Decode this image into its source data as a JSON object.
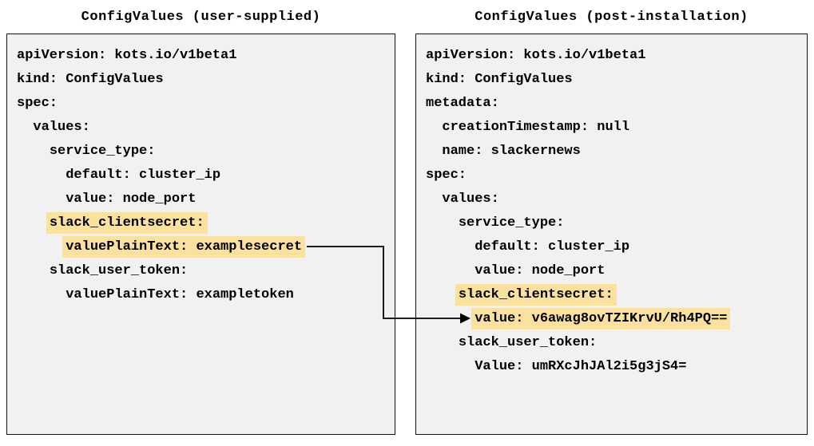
{
  "colors": {
    "panel_background": "#f1f1f1",
    "panel_border": "#111111",
    "highlight": "#fbe1a0",
    "text": "#000000",
    "arrow": "#000000"
  },
  "left_panel": {
    "title": "ConfigValues (user-supplied)",
    "lines": [
      {
        "indent": 0,
        "text": "apiVersion: kots.io/v1beta1",
        "highlight": false
      },
      {
        "indent": 0,
        "text": "kind: ConfigValues",
        "highlight": false
      },
      {
        "indent": 0,
        "text": "spec:",
        "highlight": false
      },
      {
        "indent": 2,
        "text": "values:",
        "highlight": false
      },
      {
        "indent": 4,
        "text": "service_type:",
        "highlight": false
      },
      {
        "indent": 6,
        "text": "default: cluster_ip",
        "highlight": false
      },
      {
        "indent": 6,
        "text": "value: node_port",
        "highlight": false
      },
      {
        "indent": 4,
        "text": "slack_clientsecret:",
        "highlight": true
      },
      {
        "indent": 6,
        "text": "valuePlainText: examplesecret",
        "highlight": true
      },
      {
        "indent": 4,
        "text": "slack_user_token:",
        "highlight": false
      },
      {
        "indent": 6,
        "text": "valuePlainText: exampletoken",
        "highlight": false
      }
    ]
  },
  "right_panel": {
    "title": "ConfigValues (post-installation)",
    "lines": [
      {
        "indent": 0,
        "text": "apiVersion: kots.io/v1beta1",
        "highlight": false
      },
      {
        "indent": 0,
        "text": "kind: ConfigValues",
        "highlight": false
      },
      {
        "indent": 0,
        "text": "metadata:",
        "highlight": false
      },
      {
        "indent": 2,
        "text": "creationTimestamp: null",
        "highlight": false
      },
      {
        "indent": 2,
        "text": "name: slackernews",
        "highlight": false
      },
      {
        "indent": 0,
        "text": "spec:",
        "highlight": false
      },
      {
        "indent": 2,
        "text": "values:",
        "highlight": false
      },
      {
        "indent": 4,
        "text": "service_type:",
        "highlight": false
      },
      {
        "indent": 6,
        "text": "default: cluster_ip",
        "highlight": false
      },
      {
        "indent": 6,
        "text": "value: node_port",
        "highlight": false
      },
      {
        "indent": 4,
        "text": "slack_clientsecret:",
        "highlight": true
      },
      {
        "indent": 6,
        "text": "value: v6awag8ovTZIKrvU/Rh4PQ==",
        "highlight": true
      },
      {
        "indent": 4,
        "text": "slack_user_token:",
        "highlight": false
      },
      {
        "indent": 6,
        "text": "Value: umRXcJhJAl2i5g3jS4=",
        "highlight": false
      }
    ]
  },
  "arrow": {
    "from_text": "valuePlainText: examplesecret",
    "to_text": "value: v6awag8ovTZIKrvU/Rh4PQ=="
  }
}
